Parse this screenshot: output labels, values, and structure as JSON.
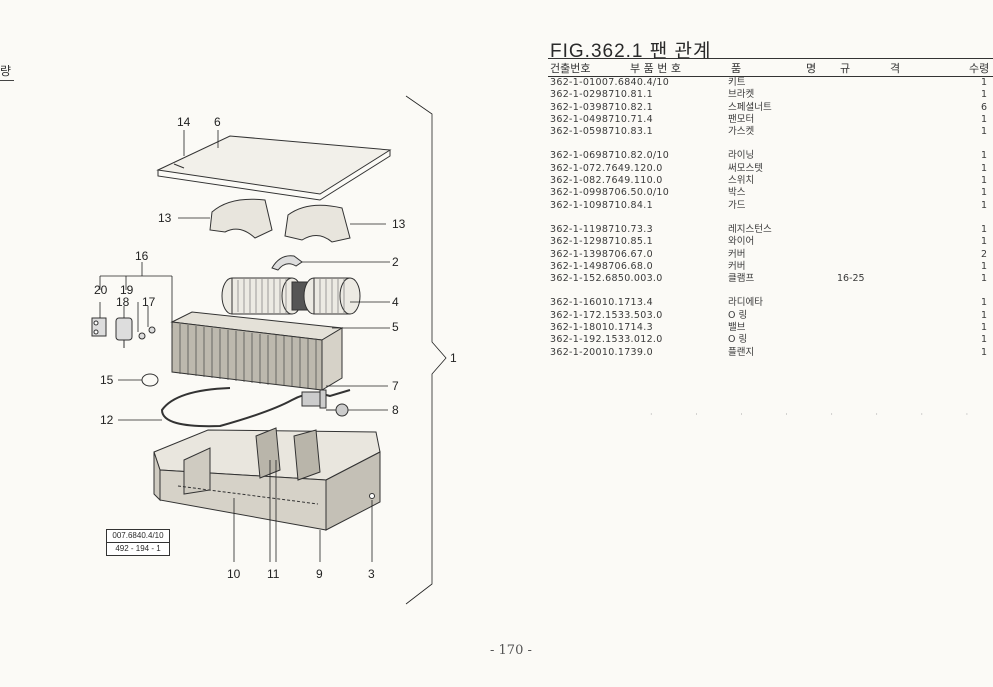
{
  "left_stub": "량",
  "figure": {
    "title": "FIG.362.1 팬 관계",
    "callouts": [
      "14",
      "6",
      "13",
      "13",
      "16",
      "2",
      "20",
      "19",
      "18",
      "17",
      "4",
      "5",
      "1",
      "15",
      "7",
      "12",
      "8",
      "10",
      "11",
      "9",
      "3"
    ],
    "ref_box": [
      "007.6840.4/10",
      "492 - 194 - 1"
    ]
  },
  "table": {
    "headers": {
      "code": "건출번호",
      "part_no": "부 품 번 호",
      "name_a": "품",
      "name_b": "명",
      "spec_a": "규",
      "spec_b": "격",
      "qty": "수령"
    },
    "rows": [
      {
        "no": "362-1-01007.6840.4/10",
        "name": "키트",
        "spec": "",
        "qty": "1"
      },
      {
        "no": "362-1-0298710.81.1",
        "name": "브라켓",
        "spec": "",
        "qty": "1"
      },
      {
        "no": "362-1-0398710.82.1",
        "name": "스페셜너트",
        "spec": "",
        "qty": "6"
      },
      {
        "no": "362-1-0498710.71.4",
        "name": "팬모터",
        "spec": "",
        "qty": "1"
      },
      {
        "no": "362-1-0598710.83.1",
        "name": "가스켓",
        "spec": "",
        "qty": "1"
      },
      {
        "no": "362-1-0698710.82.0/10",
        "name": "라이닝",
        "spec": "",
        "qty": "1"
      },
      {
        "no": "362-1-072.7649.120.0",
        "name": "써모스텟",
        "spec": "",
        "qty": "1"
      },
      {
        "no": "362-1-082.7649.110.0",
        "name": "스위치",
        "spec": "",
        "qty": "1"
      },
      {
        "no": "362-1-0998706.50.0/10",
        "name": "박스",
        "spec": "",
        "qty": "1"
      },
      {
        "no": "362-1-1098710.84.1",
        "name": "가드",
        "spec": "",
        "qty": "1"
      },
      {
        "no": "362-1-1198710.73.3",
        "name": "레지스턴스",
        "spec": "",
        "qty": "1"
      },
      {
        "no": "362-1-1298710.85.1",
        "name": "와이어",
        "spec": "",
        "qty": "1"
      },
      {
        "no": "362-1-1398706.67.0",
        "name": "커버",
        "spec": "",
        "qty": "2"
      },
      {
        "no": "362-1-1498706.68.0",
        "name": "커버",
        "spec": "",
        "qty": "1"
      },
      {
        "no": "362-1-152.6850.003.0",
        "name": "클램프",
        "spec": "16-25",
        "qty": "1"
      },
      {
        "no": "362-1-16010.1713.4",
        "name": "라디에타",
        "spec": "",
        "qty": "1"
      },
      {
        "no": "362-1-172.1533.503.0",
        "name": "O 링",
        "spec": "",
        "qty": "1"
      },
      {
        "no": "362-1-18010.1714.3",
        "name": "밸브",
        "spec": "",
        "qty": "1"
      },
      {
        "no": "362-1-192.1533.012.0",
        "name": "O 링",
        "spec": "",
        "qty": "1"
      },
      {
        "no": "362-1-20010.1739.0",
        "name": "플랜지",
        "spec": "",
        "qty": "1"
      }
    ]
  },
  "page_number": "- 170 -"
}
